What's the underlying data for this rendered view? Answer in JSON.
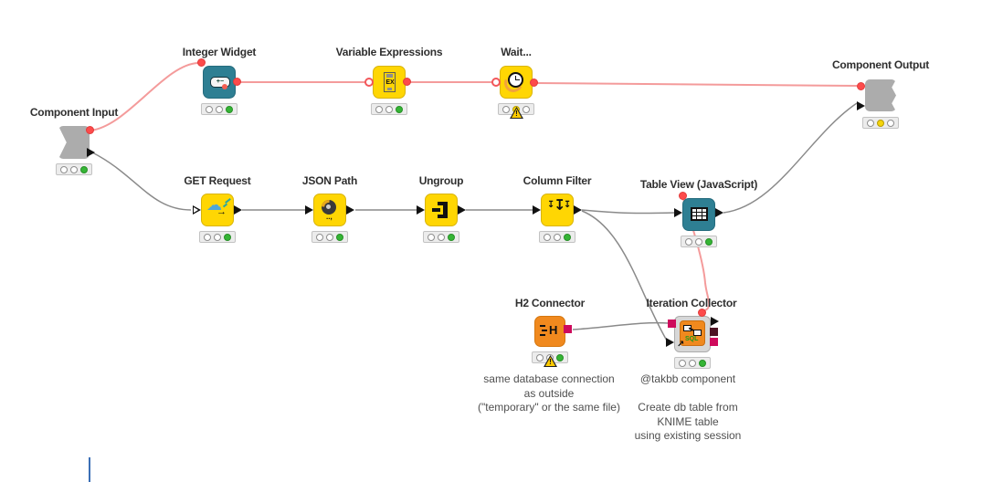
{
  "colors": {
    "node_yellow": "#FFD603",
    "node_teal": "#2E7F93",
    "node_orange": "#F0891E",
    "node_gray": "#ACACAC",
    "port_red": "#FD4B4B",
    "edge_red": "#F49B9B",
    "edge_gray": "#8A8A8A",
    "port_magenta": "#CE0A5C",
    "port_dark_maroon": "#4E1324",
    "light_green": "#35B535",
    "light_yellow": "#F5D40A",
    "warning_yellow": "#FFCB00"
  },
  "nodes": [
    {
      "id": "component-input",
      "label": "Component Input",
      "status_lights": [
        "off",
        "off",
        "green"
      ],
      "warning": false
    },
    {
      "id": "integer-widget",
      "label": "Integer Widget",
      "status_lights": [
        "off",
        "off",
        "green"
      ],
      "warning": false
    },
    {
      "id": "variable-expressions",
      "label": "Variable Expressions",
      "status_lights": [
        "off",
        "off",
        "green"
      ],
      "warning": false
    },
    {
      "id": "wait",
      "label": "Wait...",
      "status_lights": [
        "off",
        "yellow",
        "off"
      ],
      "warning": true
    },
    {
      "id": "component-output",
      "label": "Component Output",
      "status_lights": [
        "off",
        "yellow",
        "off"
      ],
      "warning": false
    },
    {
      "id": "get-request",
      "label": "GET Request",
      "status_lights": [
        "off",
        "off",
        "green"
      ],
      "warning": false
    },
    {
      "id": "json-path",
      "label": "JSON Path",
      "status_lights": [
        "off",
        "off",
        "green"
      ],
      "warning": false
    },
    {
      "id": "ungroup",
      "label": "Ungroup",
      "status_lights": [
        "off",
        "off",
        "green"
      ],
      "warning": false
    },
    {
      "id": "column-filter",
      "label": "Column Filter",
      "status_lights": [
        "off",
        "off",
        "green"
      ],
      "warning": false
    },
    {
      "id": "table-view",
      "label": "Table View (JavaScript)",
      "status_lights": [
        "off",
        "off",
        "green"
      ],
      "warning": false
    },
    {
      "id": "h2-connector",
      "label": "H2 Connector",
      "status_lights": [
        "off",
        "off",
        "green"
      ],
      "warning": true
    },
    {
      "id": "iteration-collector",
      "label": "Iteration Collector",
      "status_lights": [
        "off",
        "off",
        "green"
      ],
      "warning": false
    }
  ],
  "icons": {
    "integer_widget_pill": "+−",
    "variable_expressions_text": "EX",
    "get_request_cloud": "☁",
    "get_request_arrow": "→",
    "json_path_dots": "..,",
    "column_filter_small": "↧",
    "column_filter_big": "↧",
    "h2_letter": "H",
    "iteration_sql_text": "SQL",
    "component_link_arrow": "↗"
  },
  "annotations": [
    {
      "id": "h2-note",
      "lines": [
        "same database connection",
        "as outside",
        "(\"temporary\" or the same file)"
      ]
    },
    {
      "id": "takbb-note",
      "lines": [
        "@takbb component",
        "",
        "Create db table from",
        "KNIME table",
        "using existing session"
      ]
    }
  ],
  "connections": [
    {
      "from": "component-input",
      "to": "integer-widget",
      "type": "flow-variable"
    },
    {
      "from": "integer-widget",
      "to": "variable-expressions",
      "type": "flow-variable"
    },
    {
      "from": "variable-expressions",
      "to": "wait",
      "type": "flow-variable"
    },
    {
      "from": "wait",
      "to": "component-output",
      "type": "flow-variable"
    },
    {
      "from": "component-input",
      "to": "get-request",
      "type": "data"
    },
    {
      "from": "get-request",
      "to": "json-path",
      "type": "data"
    },
    {
      "from": "json-path",
      "to": "ungroup",
      "type": "data"
    },
    {
      "from": "ungroup",
      "to": "column-filter",
      "type": "data"
    },
    {
      "from": "column-filter",
      "to": "table-view",
      "type": "data"
    },
    {
      "from": "column-filter",
      "to": "iteration-collector",
      "type": "data"
    },
    {
      "from": "h2-connector",
      "to": "iteration-collector",
      "type": "database"
    },
    {
      "from": "iteration-collector",
      "to": "table-view",
      "type": "flow-variable"
    },
    {
      "from": "table-view",
      "to": "component-output",
      "type": "data"
    }
  ]
}
